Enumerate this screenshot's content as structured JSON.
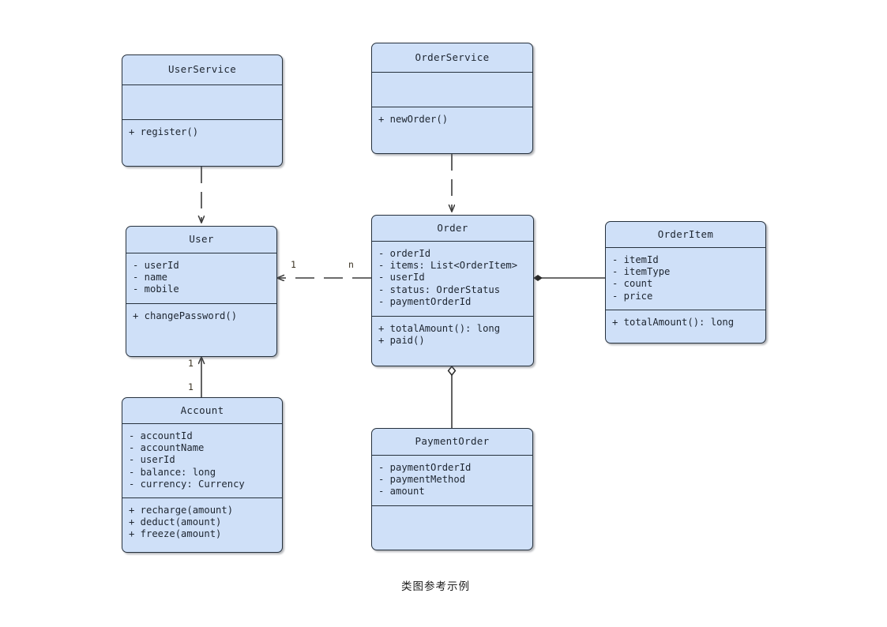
{
  "caption": "类图参考示例",
  "theme": {
    "box_fill": "#cfe0f8",
    "box_border": "#26313d",
    "edge_color": "#3c3c3c",
    "text_color": "#1d2530",
    "multiplicity_color": "#3b3323",
    "canvas_background": "#ffffff"
  },
  "classes": [
    {
      "id": "user-service",
      "name": "UserService",
      "attributes": [],
      "methods": [
        "+ register()"
      ]
    },
    {
      "id": "order-service",
      "name": "OrderService",
      "attributes": [],
      "methods": [
        "+ newOrder()"
      ]
    },
    {
      "id": "user",
      "name": "User",
      "attributes": [
        "- userId",
        "- name",
        "- mobile"
      ],
      "methods": [
        "+ changePassword()"
      ]
    },
    {
      "id": "order",
      "name": "Order",
      "attributes": [
        "- orderId",
        "- items: List<OrderItem>",
        "- userId",
        "- status: OrderStatus",
        "- paymentOrderId"
      ],
      "methods": [
        "+ totalAmount(): long",
        "+ paid()"
      ]
    },
    {
      "id": "order-item",
      "name": "OrderItem",
      "attributes": [
        "- itemId",
        "- itemType",
        "- count",
        "- price"
      ],
      "methods": [
        "+ totalAmount(): long"
      ]
    },
    {
      "id": "account",
      "name": "Account",
      "attributes": [
        "- accountId",
        "- accountName",
        "- userId",
        "- balance: long",
        "- currency: Currency"
      ],
      "methods": [
        "+ recharge(amount)",
        "+ deduct(amount)",
        "+ freeze(amount)"
      ]
    },
    {
      "id": "payment-order",
      "name": "PaymentOrder",
      "attributes": [
        "- paymentOrderId",
        "- paymentMethod",
        "- amount"
      ],
      "methods": []
    }
  ],
  "relationships": [
    {
      "id": "userservice-user",
      "from": "UserService",
      "to": "User",
      "type": "dependency",
      "style": "dashed",
      "arrow": "open-arrow",
      "labels": []
    },
    {
      "id": "orderservice-order",
      "from": "OrderService",
      "to": "Order",
      "type": "dependency",
      "style": "dashed",
      "arrow": "open-arrow",
      "labels": []
    },
    {
      "id": "order-user",
      "from": "Order",
      "to": "User",
      "type": "dependency",
      "style": "dashed",
      "arrow": "open-arrow",
      "source_label": "n",
      "target_label": "1"
    },
    {
      "id": "account-user",
      "from": "Account",
      "to": "User",
      "type": "association",
      "style": "solid",
      "arrow": "open-arrow",
      "source_label": "1",
      "target_label": "1"
    },
    {
      "id": "order-orderitem",
      "from": "Order",
      "to": "OrderItem",
      "type": "composition",
      "style": "solid",
      "arrow": "filled-diamond",
      "labels": []
    },
    {
      "id": "order-paymentorder",
      "from": "Order",
      "to": "PaymentOrder",
      "type": "aggregation",
      "style": "solid",
      "arrow": "hollow-diamond",
      "labels": []
    }
  ],
  "multiplicity_labels": {
    "order_user_near_user": "1",
    "order_user_near_order": "n",
    "account_user_near_user": "1",
    "account_user_near_account": "1"
  }
}
